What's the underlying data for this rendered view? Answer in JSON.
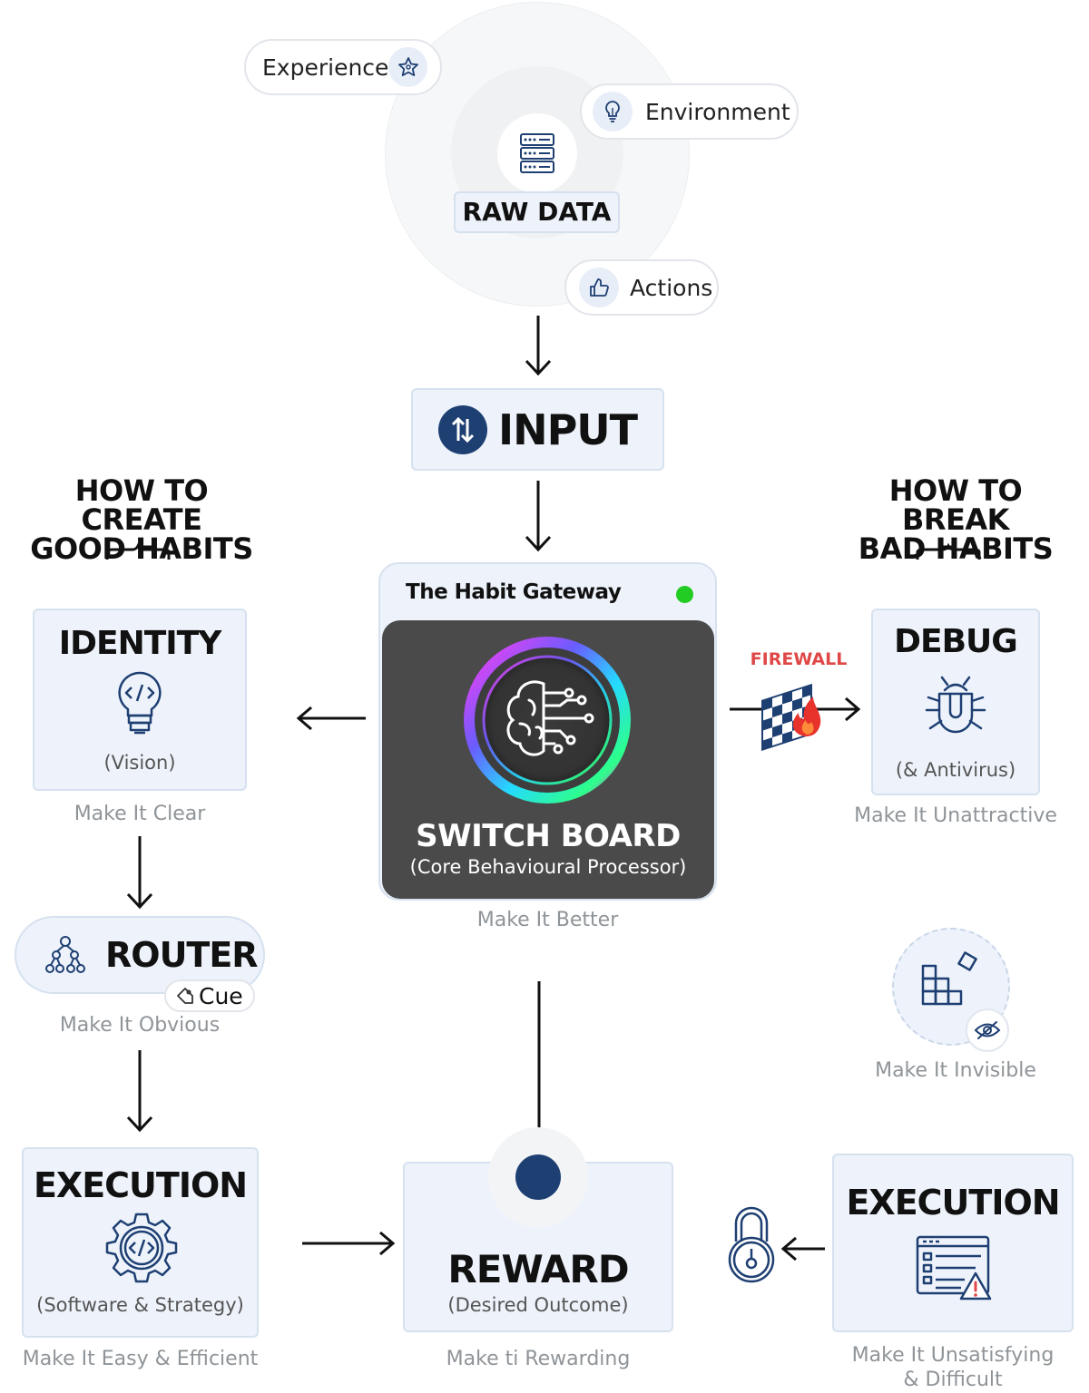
{
  "raw": {
    "title": "RAW DATA",
    "pills": {
      "experience": "Experience",
      "environment": "Environment",
      "actions": "Actions"
    }
  },
  "input": {
    "label": "INPUT"
  },
  "left_heading": {
    "line1": "HOW TO CREATE",
    "line2": "GOOD HABITS"
  },
  "right_heading": {
    "line1": "HOW TO BREAK",
    "line2": "BAD HABITS"
  },
  "gateway": {
    "title": "The Habit Gateway",
    "status_color": "#22cc22",
    "name": "SWITCH BOARD",
    "subtitle": "(Core Behavioural Processor)",
    "note": "Make It Better"
  },
  "identity": {
    "title": "IDENTITY",
    "sub": "(Vision)",
    "note": "Make It Clear"
  },
  "router": {
    "title": "ROUTER",
    "tag": "Cue",
    "note": "Make It Obvious"
  },
  "execution_left": {
    "title": "EXECUTION",
    "sub": "(Software & Strategy)",
    "note": "Make It Easy & Efficient"
  },
  "reward": {
    "title": "REWARD",
    "sub": "(Desired Outcome)",
    "note": "Make ti Rewarding"
  },
  "firewall": {
    "label": "FIREWALL",
    "color": "#e04848"
  },
  "debug": {
    "title": "DEBUG",
    "sub": "(& Antivirus)",
    "note": "Make It Unattractive"
  },
  "invisible": {
    "note": "Make It Invisible"
  },
  "execution_right": {
    "title": "EXECUTION",
    "note_line1": "Make It Unsatisfying",
    "note_line2": "& Difficult"
  },
  "colors": {
    "accent": "#1e3f72",
    "box_bg": "#eef3fb",
    "box_border": "#d6e1ef",
    "panel": "#4a4a4a"
  }
}
